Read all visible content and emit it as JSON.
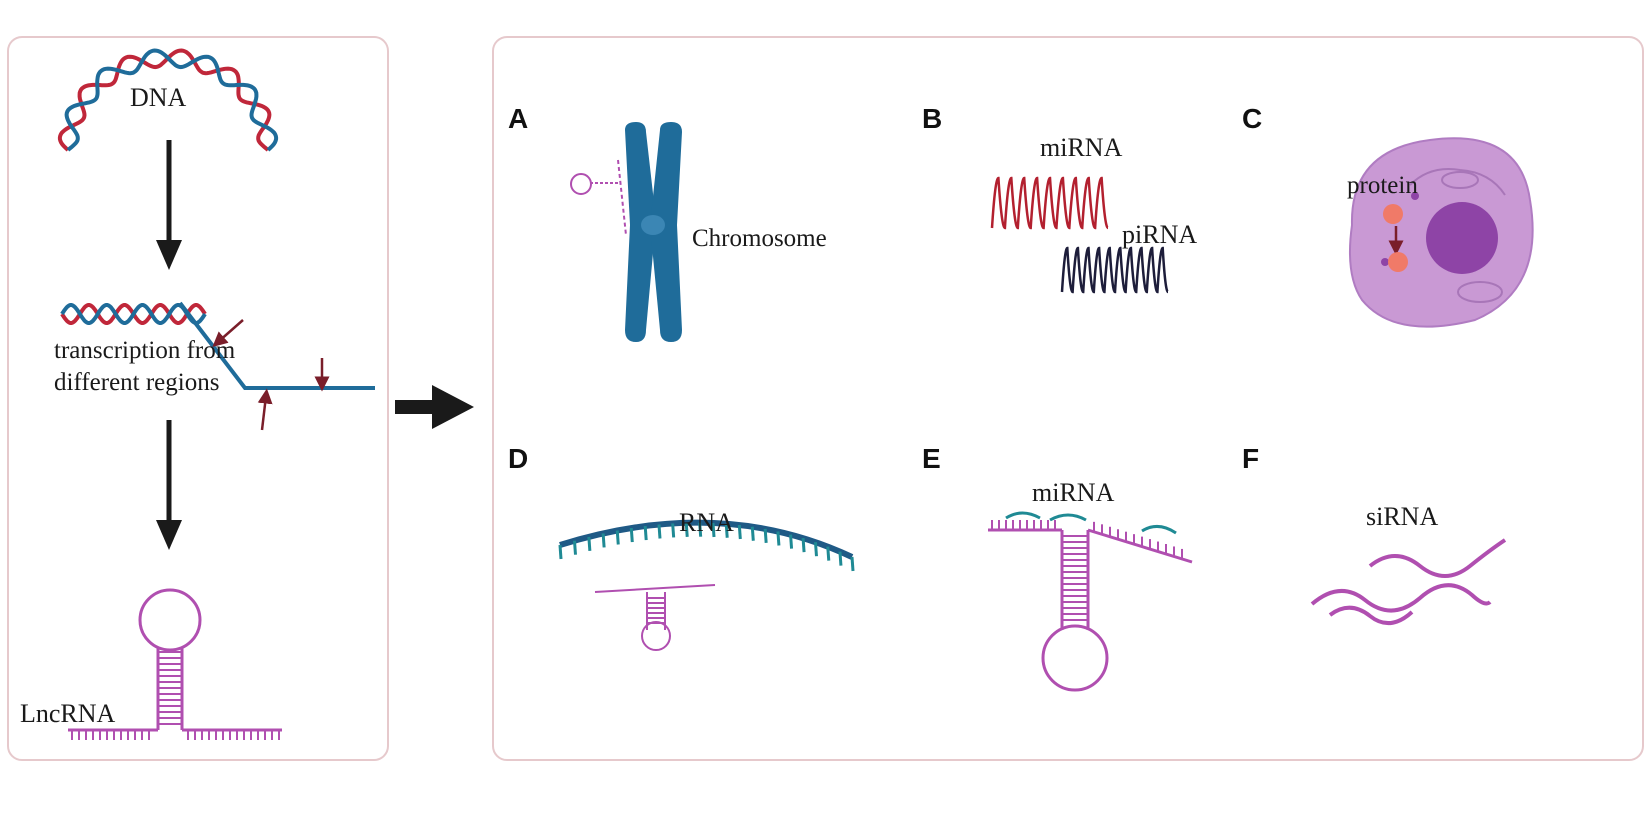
{
  "left_panel": {
    "dna_label": "DNA",
    "transcription_label_line1": "transcription from",
    "transcription_label_line2": "different regions",
    "lncrna_label": "LncRNA"
  },
  "right_panel": {
    "panels": [
      {
        "letter": "A",
        "labels": [
          "Chromosome"
        ]
      },
      {
        "letter": "B",
        "labels": [
          "miRNA",
          "piRNA"
        ]
      },
      {
        "letter": "C",
        "labels": [
          "protein"
        ]
      },
      {
        "letter": "D",
        "labels": [
          "RNA"
        ]
      },
      {
        "letter": "E",
        "labels": [
          "miRNA"
        ]
      },
      {
        "letter": "F",
        "labels": [
          "siRNA"
        ]
      }
    ]
  },
  "colors": {
    "panel_border": "#e6c9cc",
    "dna_red": "#c0273a",
    "dna_blue": "#1f6c9a",
    "chromosome": "#1f6c9a",
    "lnc_purple": "#b04fb0",
    "mirna_red": "#b3202f",
    "pirna_dark": "#1d1d3a",
    "cell_fill": "#c999d4",
    "nucleus": "#8e44a6",
    "protein": "#f07a68",
    "arrow": "#1a1a1a"
  }
}
